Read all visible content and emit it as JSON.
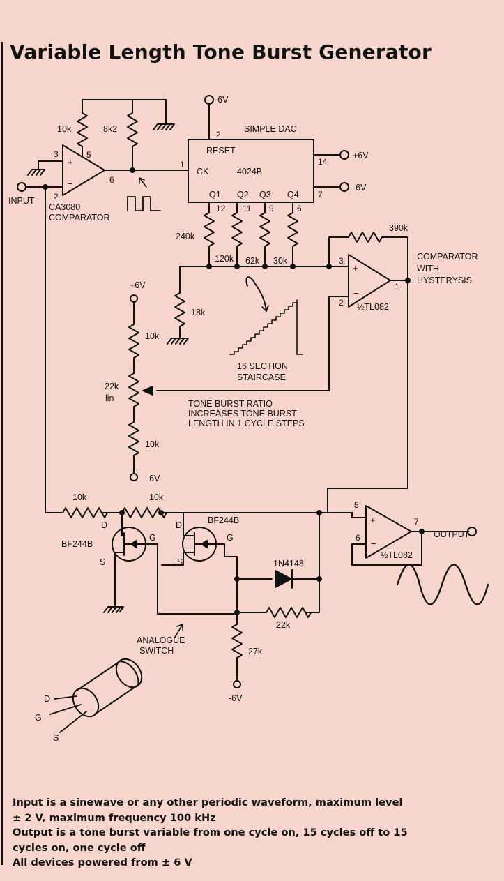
{
  "title": "Variable Length Tone Burst Generator",
  "labels": {
    "neg6v_top": "-6V",
    "simple_dac": "SIMPLE DAC",
    "reset": "RESET",
    "ck": "CK",
    "chip_4024b": "4024B",
    "q1": "Q1",
    "q2": "Q2",
    "q3": "Q3",
    "q4": "Q4",
    "pos6v_right": "+6V",
    "neg6v_right": "-6V",
    "r10k_top": "10k",
    "r8k2": "8k2",
    "input": "INPUT",
    "ca3080": "CA3080",
    "comparator": "COMPARATOR",
    "r240k": "240k",
    "r120k": "120k",
    "r62k": "62k",
    "r30k": "30k",
    "r390k": "390k",
    "r18k": "18k",
    "comp_hyst_1": "COMPARATOR",
    "comp_hyst_2": "WITH",
    "comp_hyst_3": "HYSTERYSIS",
    "tl082_a": "½TL082",
    "pos6v_pot": "+6V",
    "r10k_pot_top": "10k",
    "r22k_pot": "22k",
    "lin": "lin",
    "r10k_pot_bottom": "10k",
    "neg6v_pot": "-6V",
    "staircase_1": "16 SECTION",
    "staircase_2": "STAIRCASE",
    "tone_ratio_1": "TONE BURST RATIO",
    "tone_ratio_2": "INCREASES TONE BURST",
    "tone_ratio_3": "LENGTH IN 1 CYCLE STEPS",
    "r10k_input": "10k",
    "r10k_mid": "10k",
    "bf244b_right": "BF244B",
    "bf244b_left": "BF244B",
    "d_left": "D",
    "g_left": "G",
    "s_left": "S",
    "d_right": "D",
    "g_right": "G",
    "s_right": "S",
    "diode": "1N4148",
    "r22k": "22k",
    "r27k": "27k",
    "neg6v_bottom": "-6V",
    "analogue_1": "ANALOGUE",
    "analogue_2": "SWITCH",
    "output": "OUTPUT",
    "tl082_b": "½TL082",
    "pkg_d": "D",
    "pkg_g": "G",
    "pkg_s": "S"
  },
  "pins": {
    "p3": "3",
    "p2": "2",
    "p5": "5",
    "p6": "6",
    "dac_2": "2",
    "dac_1": "1",
    "dac_14": "14",
    "dac_7": "7",
    "dac_12": "12",
    "dac_11": "11",
    "dac_9": "9",
    "dac_6": "6",
    "op_a_3": "3",
    "op_a_2": "2",
    "op_a_1": "1",
    "op_b_5": "5",
    "op_b_6": "6",
    "op_b_7": "7"
  },
  "notes": [
    "Input is a sinewave or any other periodic waveform, maximum level",
    "± 2 V, maximum frequency 100 kHz",
    "Output is a tone burst variable from one cycle on, 15 cycles off to 15",
    "cycles on, one cycle off",
    "All devices powered from ± 6 V"
  ],
  "colors": {
    "paper": "#f6d6cc",
    "ink": "#111111"
  }
}
